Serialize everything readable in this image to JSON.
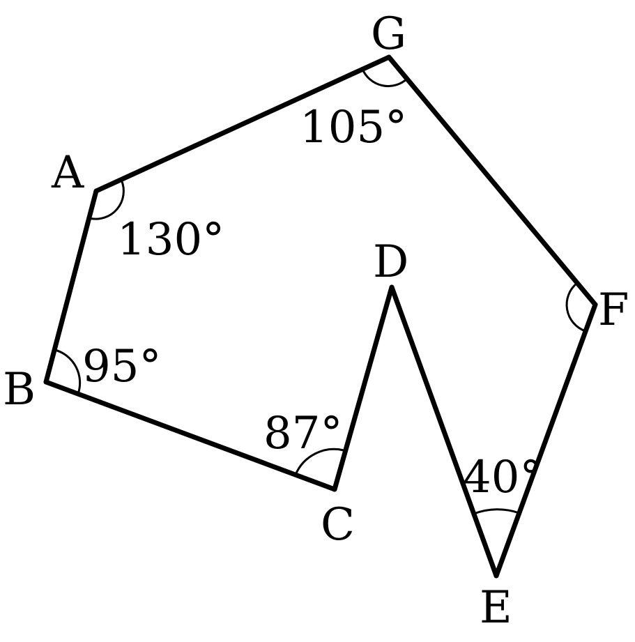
{
  "vertices": {
    "A": "A",
    "B": "B",
    "C": "C",
    "D": "D",
    "E": "E",
    "F": "F",
    "G": "G"
  },
  "angles": {
    "A": "130°",
    "B": "95°",
    "C": "87°",
    "E": "40°",
    "G": "105°"
  },
  "colors": {
    "stroke": "#000000",
    "background": "#ffffff"
  }
}
